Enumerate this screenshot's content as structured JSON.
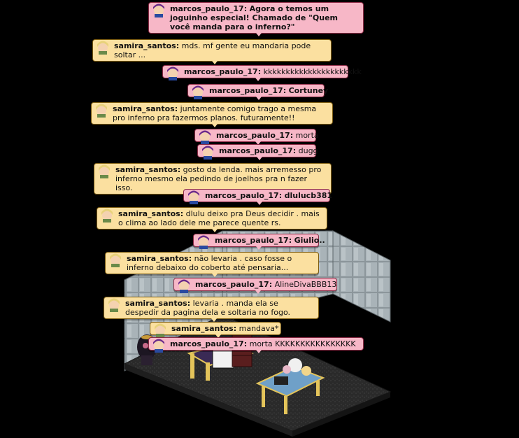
{
  "chat": [
    {
      "user": "marcos_paulo_17:",
      "text": "Agora o temos um joguinho especial! Chamado de \"Quem você manda para o inferno?\"",
      "style": "pink",
      "bold": true
    },
    {
      "user": "samira_santos:",
      "text": "mds. mf gente eu mandaria pode soltar ...",
      "style": "yellow",
      "bold": false
    },
    {
      "user": "marcos_paulo_17:",
      "text": "kkkkkkkkkkkkkkkkkkkkkk",
      "style": "pink",
      "bold": false
    },
    {
      "user": "marcos_paulo_17:",
      "text": "Cortuney",
      "style": "pink",
      "bold": true
    },
    {
      "user": "samira_santos:",
      "text": "juntamente comigo trago a mesma pro inferno pra fazermos planos. futuramente!!",
      "style": "yellow",
      "bold": false
    },
    {
      "user": "marcos_paulo_17:",
      "text": "morta",
      "style": "pink",
      "bold": false
    },
    {
      "user": "marcos_paulo_17:",
      "text": "dugg",
      "style": "pink",
      "bold": false
    },
    {
      "user": "samira_santos:",
      "text": "gosto da lenda. mais arremesso pro inferno mesmo ela pedindo de joelhos pra n fazer isso.",
      "style": "yellow",
      "bold": false
    },
    {
      "user": "marcos_paulo_17:",
      "text": "dlulucb381",
      "style": "pink",
      "bold": true
    },
    {
      "user": "samira_santos:",
      "text": "dlulu deixo pra Deus decidir .   mais o clima ao lado dele me parece quente rs.",
      "style": "yellow",
      "bold": false
    },
    {
      "user": "marcos_paulo_17:",
      "text": "Giulio..",
      "style": "pink",
      "bold": true
    },
    {
      "user": "samira_santos:",
      "text": "não levaria . caso fosse o inferno debaixo do coberto até pensaria...",
      "style": "yellow",
      "bold": false
    },
    {
      "user": "marcos_paulo_17:",
      "text": "AlineDivaBBB13",
      "style": "pink",
      "bold": false
    },
    {
      "user": "samira_santos:",
      "text": "levaria . manda ela se despedir da pagina dela e soltaria no fogo.",
      "style": "yellow",
      "bold": false
    },
    {
      "user": "samira_santos:",
      "text": "mandava*",
      "style": "yellow",
      "bold": false
    },
    {
      "user": "marcos_paulo_17:",
      "text": "morta KKKKKKKKKKKKKKKK",
      "style": "pink",
      "bold": false
    }
  ],
  "colors": {
    "pink_bubble": "#f7b7c7",
    "yellow_bubble": "#fbe0a0",
    "floor": "#2b2b2b",
    "wall_tile": "#8a9296"
  },
  "icons": {
    "marcos_avatar": "pink-haired-avatar-head-icon",
    "samira_avatar": "blonde-avatar-head-icon"
  }
}
